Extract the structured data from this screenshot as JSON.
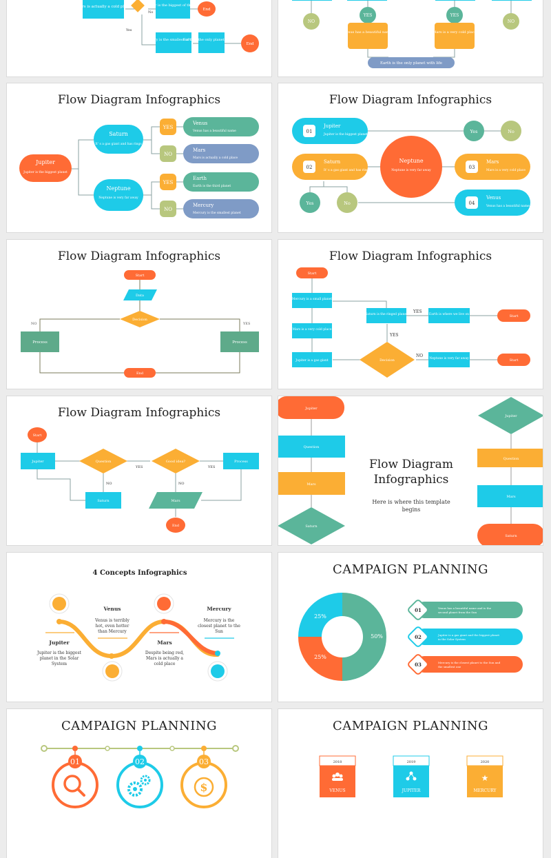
{
  "colors": {
    "orange": "#ff6b35",
    "cyan": "#1ecbe8",
    "amber": "#fbae34",
    "teal": "#5bb59a",
    "olive": "#b8c77e",
    "slate": "#7f9bc6",
    "green": "#5eaa8a"
  },
  "s1": {
    "mars_box": "Mars is actually a cold place",
    "no": "No",
    "yes": "Yes",
    "jupiter_box": "Jupiter is the biggest of them all",
    "end1": "End",
    "mercury_box": "Mercury is the smallest of them all",
    "earth_box": "Earth is the only planet with life",
    "end2": "End"
  },
  "s2": {
    "no_left": "NO",
    "yes_left": "YES",
    "venus_box": "Venus has a beautiful name",
    "yes_right": "YES",
    "mars_box": "Mars is a very cold place",
    "no_right": "NO",
    "bottom_bar": "Earth is the only planet with life"
  },
  "s3": {
    "title": "Flow Diagram Infographics",
    "jupiter": "Jupiter",
    "jupiter_desc": "Jupiter is the biggest planet",
    "saturn": "Saturn",
    "saturn_desc": "It' s a gas giant and has rings",
    "neptune": "Neptune",
    "neptune_desc": "Neptune is very far away",
    "yes1": "YES",
    "no1": "NO",
    "yes2": "YES",
    "no2": "NO",
    "venus": "Venus",
    "venus_desc": "Venus has a beautiful name",
    "mars": "Mars",
    "mars_desc": "Mars is actually a cold place",
    "earth": "Earth",
    "earth_desc": "Earth is the third planet",
    "mercury": "Mercury",
    "mercury_desc": "Mercury is the smallest planet"
  },
  "s4": {
    "title": "Flow Diagram Infographics",
    "n1": "01",
    "jupiter": "Jupiter",
    "jupiter_desc": "Jupiter is the biggest planet",
    "n2": "02",
    "saturn": "Saturn",
    "saturn_desc": "It' s a gas giant and has rings",
    "neptune": "Neptune",
    "neptune_desc": "Neptune is very far away",
    "n3": "03",
    "mars": "Mars",
    "mars_desc": "Mars is a very cold place",
    "n4": "04",
    "venus": "Venus",
    "venus_desc": "Venus has a beautiful name",
    "yes_top": "Yes",
    "no_top": "No",
    "yes_bottom": "Yes",
    "no_bottom": "No"
  },
  "s5": {
    "title": "Flow Diagram Infographics",
    "start": "Start",
    "data": "Data",
    "decision": "Decision",
    "no": "NO",
    "yes": "YES",
    "process_left": "Process",
    "process_right": "Process",
    "end": "End"
  },
  "s6": {
    "title": "Flow Diagram Infographics",
    "start": "Start",
    "mercury": "Mercury is a small planet",
    "mars": "Mars is a very cold place",
    "jupiter": "Jupiter is a gas giant",
    "saturn": "Saturn is the ringed planet",
    "yes1": "YES",
    "earth": "Earth is where we live on",
    "start2": "Start",
    "yes2": "YES",
    "decision": "Decision",
    "no": "NO",
    "neptune": "Neptune is very far away",
    "start3": "Start"
  },
  "s7": {
    "title": "Flow Diagram Infographics",
    "start": "Start",
    "jupiter": "Jupiter",
    "question": "Question",
    "good_idea": "Good idea?",
    "process": "Process",
    "yes1": "YES",
    "yes2": "YES",
    "no1": "NO",
    "no2": "NO",
    "saturn": "Saturn",
    "mars": "Mars",
    "end": "End"
  },
  "s8": {
    "title_line1": "Flow Diagram",
    "title_line2": "Infographics",
    "subtitle_line1": "Here is where this template",
    "subtitle_line2": "begins",
    "jupiter_l": "Jupiter",
    "question_l": "Question",
    "mars_l": "Mars",
    "saturn_l": "Saturn",
    "jupiter_r": "Jupiter",
    "question_r": "Question",
    "mars_r": "Mars",
    "saturn_r": "Saturn"
  },
  "s9": {
    "title": "4 Concepts Infographics",
    "jupiter": "Jupiter",
    "jupiter_l1": "Jupiter is the biggest",
    "jupiter_l2": "planet in the Solar",
    "jupiter_l3": "System",
    "venus": "Venus",
    "venus_l1": "Venus is terribly",
    "venus_l2": "hot, even hotter",
    "venus_l3": "than Mercury",
    "mars": "Mars",
    "mars_l1": "Despite being red,",
    "mars_l2": "Mars is actually a",
    "mars_l3": "cold place",
    "mercury": "Mercury",
    "mercury_l1": "Mercury is the",
    "mercury_l2": "closest planet to the",
    "mercury_l3": "Sun"
  },
  "s10": {
    "title": "CAMPAIGN PLANNING",
    "pct_cyan": "25%",
    "pct_teal": "50%",
    "pct_orange": "25%",
    "n1": "01",
    "t1a": "Venus has a beautiful name and is the",
    "t1b": "second planet from the Sun",
    "n2": "02",
    "t2a": "Jupiter is a gas giant and the biggest planet",
    "t2b": "in the Solar System",
    "n3": "03",
    "t3a": "Mercury is the closest planet to the Sun and",
    "t3b": "the smallest one"
  },
  "s11": {
    "title": "CAMPAIGN PLANNING",
    "n1": "01",
    "n2": "02",
    "n3": "03"
  },
  "s12": {
    "title": "CAMPAIGN PLANNING",
    "y1": "2018",
    "y2": "2019",
    "y3": "2020",
    "venus": "VENUS",
    "jupiter": "JUPITER",
    "mercury": "MERCURY"
  },
  "chart_data": {
    "type": "pie",
    "categories": [
      "Cyan",
      "Teal",
      "Orange"
    ],
    "values": [
      25,
      50,
      25
    ],
    "title": "CAMPAIGN PLANNING"
  }
}
